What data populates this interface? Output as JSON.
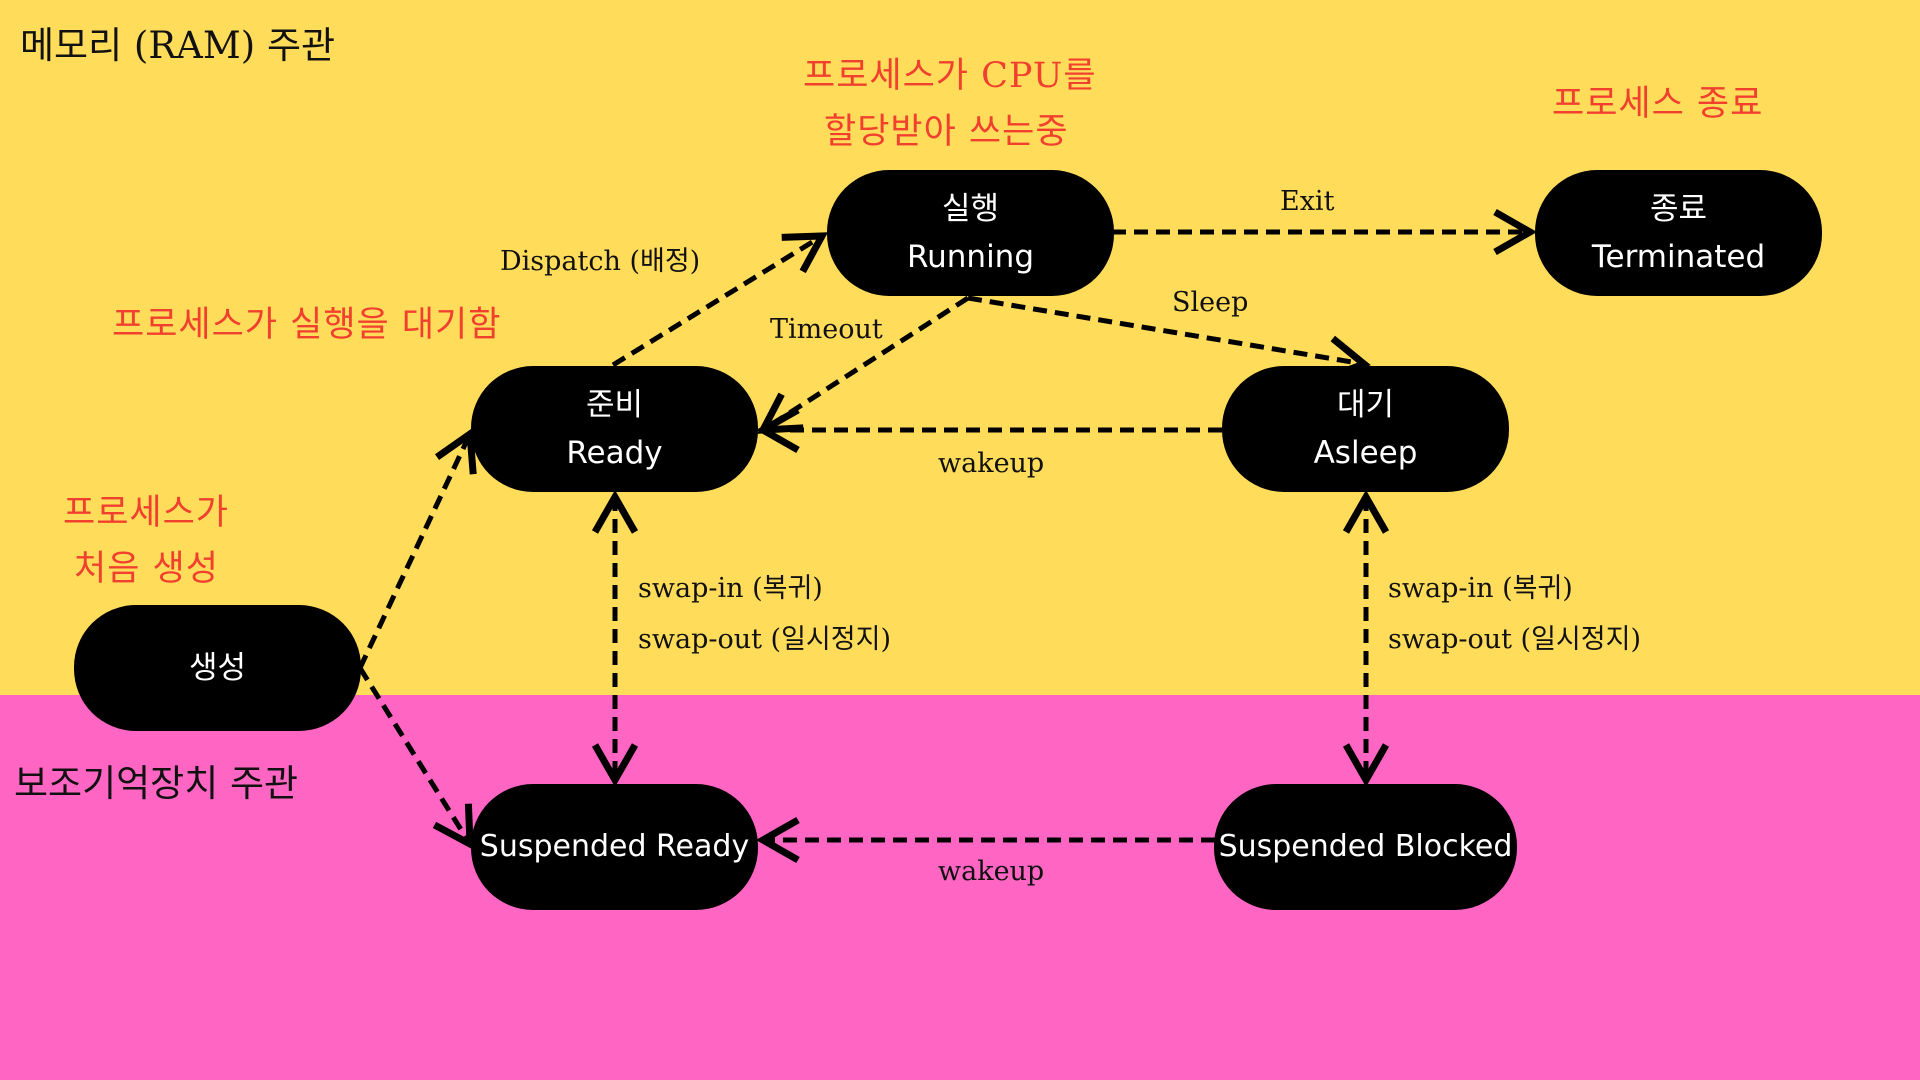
{
  "colors": {
    "ram_background": "#FFDC5A",
    "disk_background": "#FF66C4",
    "node_fill": "#000000",
    "node_text": "#FFFFFF",
    "note_text": "#F2402F",
    "edge": "#000000"
  },
  "regions": {
    "ram_title": "메모리 (RAM) 주관",
    "disk_title": "보조기억장치 주관"
  },
  "nodes": {
    "new": {
      "line1": "생성",
      "line2": ""
    },
    "ready": {
      "line1": "준비",
      "line2": "Ready"
    },
    "running": {
      "line1": "실행",
      "line2": "Running"
    },
    "terminated": {
      "line1": "종료",
      "line2": "Terminated"
    },
    "asleep": {
      "line1": "대기",
      "line2": "Asleep"
    },
    "suspended_ready": {
      "line1": "Suspended Ready"
    },
    "suspended_blocked": {
      "line1": "Suspended Blocked"
    }
  },
  "notes": {
    "running": {
      "line1": "프로세스가 CPU를",
      "line2": "할당받아 쓰는중"
    },
    "terminated": "프로세스 종료",
    "ready": "프로세스가 실행을 대기함",
    "new": {
      "line1": "프로세스가",
      "line2": "처음 생성"
    }
  },
  "edges": {
    "dispatch": "Dispatch (배정)",
    "exit": "Exit",
    "sleep": "Sleep",
    "timeout": "Timeout",
    "wakeup_memory": "wakeup",
    "wakeup_disk": "wakeup",
    "swap_ready": {
      "in": "swap-in (복귀)",
      "out": "swap-out (일시정지)"
    },
    "swap_asleep": {
      "in": "swap-in (복귀)",
      "out": "swap-out (일시정지)"
    }
  }
}
